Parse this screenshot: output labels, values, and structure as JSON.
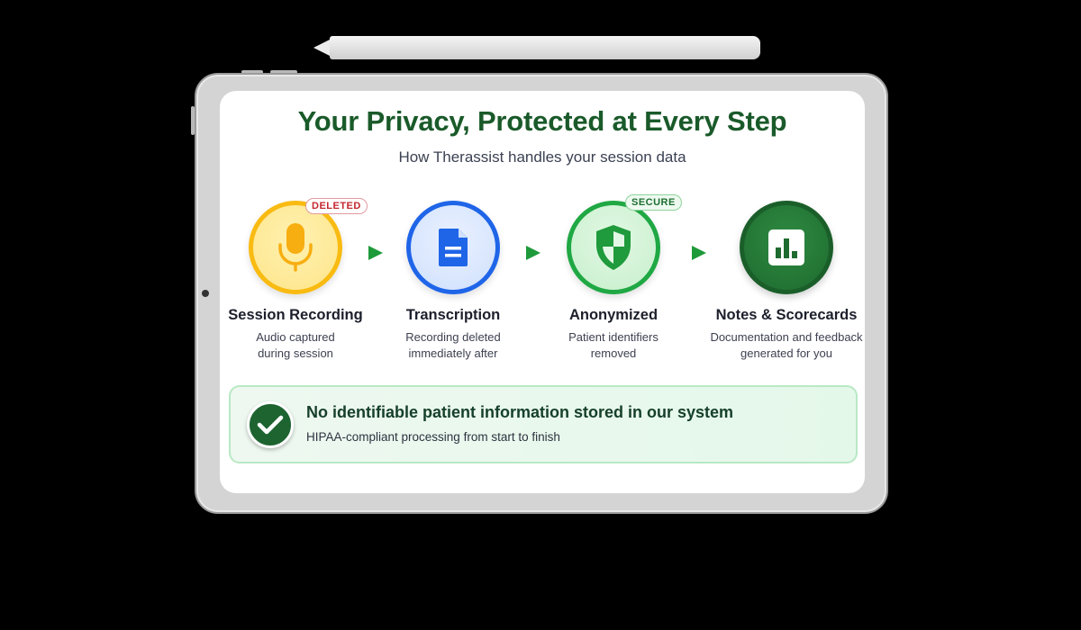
{
  "header": {
    "title": "Your Privacy, Protected at Every Step",
    "subtitle": "How Therassist handles your session data"
  },
  "steps": [
    {
      "title": "Session Recording",
      "desc_line1": "Audio captured",
      "desc_line2": "during session",
      "icon": "microphone-icon",
      "badge": "DELETED",
      "color": "#f9bb12"
    },
    {
      "title": "Transcription",
      "desc_line1": "Recording deleted",
      "desc_line2": "immediately after",
      "icon": "document-icon",
      "color": "#1f65e8"
    },
    {
      "title": "Anonymized",
      "desc_line1": "Patient identifiers",
      "desc_line2": "removed",
      "icon": "shield-icon",
      "badge": "SECURE",
      "color": "#1fa843"
    },
    {
      "title": "Notes & Scorecards",
      "desc_line1": "Documentation and feedback",
      "desc_line2": "generated for you",
      "icon": "bar-chart-icon",
      "color": "#1e6b2f"
    }
  ],
  "banner": {
    "title": "No identifiable patient information stored in our system",
    "subtitle": "HIPAA-compliant processing from start to finish",
    "icon": "checkmark-icon"
  },
  "colors": {
    "title_green": "#1a5a2a",
    "arrow_green": "#1e9a3a",
    "badge_red": "#c3262f"
  }
}
